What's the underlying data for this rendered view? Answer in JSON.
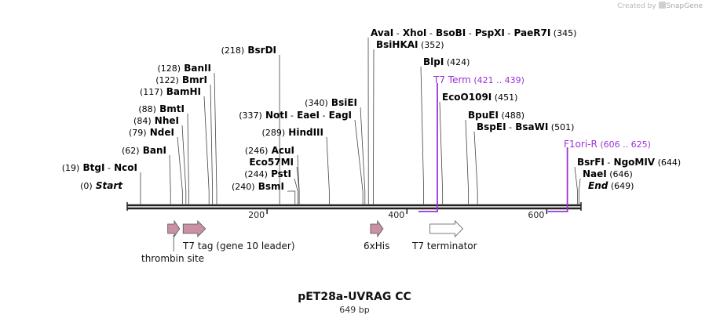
{
  "credit": {
    "prefix": "Created by",
    "brand": "SnapGene"
  },
  "title": "pET28a-UVRAG CC",
  "length_label": "649 bp",
  "colors": {
    "backbone": "#222222",
    "label": "#000000",
    "primer": "#9b30d9",
    "feature_fill": "#c990a6",
    "terminator_fill": "#ffffff"
  },
  "axis": {
    "ticks": [
      {
        "value": 200,
        "label": "200"
      },
      {
        "value": 400,
        "label": "400"
      },
      {
        "value": 600,
        "label": "600"
      }
    ]
  },
  "sites": [
    {
      "pos": 19,
      "parts": [
        {
          "t": "(19)",
          "w": "n"
        },
        {
          "t": "BtgI",
          "w": "b"
        },
        {
          "t": "-",
          "w": "n"
        },
        {
          "t": "NcoI",
          "w": "b"
        }
      ]
    },
    {
      "pos": 62,
      "parts": [
        {
          "t": "(62)",
          "w": "n"
        },
        {
          "t": "BanI",
          "w": "b"
        }
      ]
    },
    {
      "pos": 79,
      "parts": [
        {
          "t": "(79)",
          "w": "n"
        },
        {
          "t": "NdeI",
          "w": "b"
        }
      ]
    },
    {
      "pos": 84,
      "parts": [
        {
          "t": "(84)",
          "w": "n"
        },
        {
          "t": "NheI",
          "w": "b"
        }
      ]
    },
    {
      "pos": 88,
      "parts": [
        {
          "t": "(88)",
          "w": "n"
        },
        {
          "t": "BmtI",
          "w": "b"
        }
      ]
    },
    {
      "pos": 117,
      "parts": [
        {
          "t": "(117)",
          "w": "n"
        },
        {
          "t": "BamHI",
          "w": "b"
        }
      ]
    },
    {
      "pos": 122,
      "parts": [
        {
          "t": "(122)",
          "w": "n"
        },
        {
          "t": "BmrI",
          "w": "b"
        }
      ]
    },
    {
      "pos": 128,
      "parts": [
        {
          "t": "(128)",
          "w": "n"
        },
        {
          "t": "BanII",
          "w": "b"
        }
      ]
    },
    {
      "pos": 218,
      "parts": [
        {
          "t": "(218)",
          "w": "n"
        },
        {
          "t": "BsrDI",
          "w": "b"
        }
      ]
    },
    {
      "pos": 240,
      "parts": [
        {
          "t": "(240)",
          "w": "n"
        },
        {
          "t": "BsmI",
          "w": "b"
        }
      ]
    },
    {
      "pos": 244,
      "parts": [
        {
          "t": "(244)",
          "w": "n"
        },
        {
          "t": "PstI",
          "w": "b"
        }
      ]
    },
    {
      "pos": 246,
      "parts": [
        {
          "t": "Eco57MI",
          "w": "b"
        }
      ]
    },
    {
      "pos": 246,
      "parts": [
        {
          "t": "(246)",
          "w": "n"
        },
        {
          "t": "AcuI",
          "w": "b"
        }
      ]
    },
    {
      "pos": 289,
      "parts": [
        {
          "t": "(289)",
          "w": "n"
        },
        {
          "t": "HindIII",
          "w": "b"
        }
      ]
    },
    {
      "pos": 337,
      "parts": [
        {
          "t": "(337)",
          "w": "n"
        },
        {
          "t": "NotI",
          "w": "b"
        },
        {
          "t": "-",
          "w": "n"
        },
        {
          "t": "EaeI",
          "w": "b"
        },
        {
          "t": "-",
          "w": "n"
        },
        {
          "t": "EagI",
          "w": "b"
        }
      ]
    },
    {
      "pos": 340,
      "parts": [
        {
          "t": "(340)",
          "w": "n"
        },
        {
          "t": "BsiEI",
          "w": "b"
        }
      ]
    },
    {
      "pos": 345,
      "parts": [
        {
          "t": "AvaI",
          "w": "b"
        },
        {
          "t": "-",
          "w": "n"
        },
        {
          "t": "XhoI",
          "w": "b"
        },
        {
          "t": "-",
          "w": "n"
        },
        {
          "t": "BsoBI",
          "w": "b"
        },
        {
          "t": "-",
          "w": "n"
        },
        {
          "t": "PspXI",
          "w": "b"
        },
        {
          "t": "-",
          "w": "n"
        },
        {
          "t": "PaeR7I",
          "w": "b"
        },
        {
          "t": "(345)",
          "w": "n"
        }
      ]
    },
    {
      "pos": 352,
      "parts": [
        {
          "t": "BsiHKAI",
          "w": "b"
        },
        {
          "t": "(352)",
          "w": "n"
        }
      ]
    },
    {
      "pos": 424,
      "parts": [
        {
          "t": "BlpI",
          "w": "b"
        },
        {
          "t": "(424)",
          "w": "n"
        }
      ]
    },
    {
      "pos": 451,
      "parts": [
        {
          "t": "EcoO109I",
          "w": "b"
        },
        {
          "t": "(451)",
          "w": "n"
        }
      ]
    },
    {
      "pos": 488,
      "parts": [
        {
          "t": "BpuEI",
          "w": "b"
        },
        {
          "t": "(488)",
          "w": "n"
        }
      ]
    },
    {
      "pos": 501,
      "parts": [
        {
          "t": "BspEI",
          "w": "b"
        },
        {
          "t": "-",
          "w": "n"
        },
        {
          "t": "BsaWI",
          "w": "b"
        },
        {
          "t": "(501)",
          "w": "n"
        }
      ]
    },
    {
      "pos": 644,
      "parts": [
        {
          "t": "BsrFI",
          "w": "b"
        },
        {
          "t": "-",
          "w": "n"
        },
        {
          "t": "NgoMIV",
          "w": "b"
        },
        {
          "t": "(644)",
          "w": "n"
        }
      ]
    },
    {
      "pos": 646,
      "parts": [
        {
          "t": "NaeI",
          "w": "b"
        },
        {
          "t": "(646)",
          "w": "n"
        }
      ]
    }
  ],
  "ends": [
    {
      "pos": 0,
      "parts": [
        {
          "t": "(0)",
          "w": "n"
        },
        {
          "t": "Start",
          "w": "bi"
        }
      ]
    },
    {
      "pos": 649,
      "parts": [
        {
          "t": "End",
          "w": "bi"
        },
        {
          "t": "(649)",
          "w": "n"
        }
      ]
    }
  ],
  "primers": [
    {
      "name": "T7 Term",
      "range": "(421 .. 439)",
      "start": 421,
      "end": 439
    },
    {
      "name": "F1ori-R",
      "range": "(606 .. 625)",
      "start": 606,
      "end": 625
    }
  ],
  "features": [
    {
      "name": "thrombin site",
      "start": 58,
      "end": 75,
      "type": "misc"
    },
    {
      "name": "T7 tag (gene 10 leader)",
      "start": 80,
      "end": 112,
      "type": "misc"
    },
    {
      "name": "6xHis",
      "start": 348,
      "end": 366,
      "type": "misc"
    },
    {
      "name": "T7 terminator",
      "start": 433,
      "end": 480,
      "type": "terminator"
    }
  ]
}
